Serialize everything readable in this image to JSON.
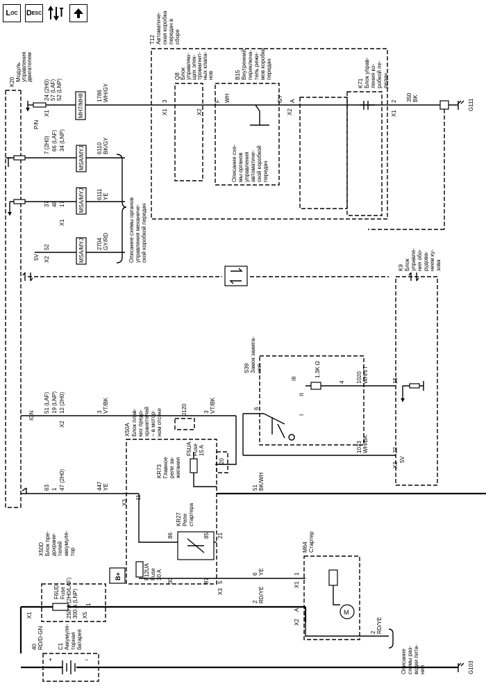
{
  "toolbar": {
    "btn_loc": "L",
    "btn_loc_sub": "OC",
    "btn_desc": "D",
    "btn_desc_sub": "ESC",
    "icon_flow": "connector-flow-icon",
    "icon_up": "up-arrow-icon"
  },
  "labels": {
    "k20_id": "K20",
    "k20_name_1": "Модуль",
    "k20_name_2": "управления",
    "k20_name_3": "двигателем",
    "k20_pins_1": "24 (2H0)",
    "k20_pins_2": "57 (LAF)",
    "k20_pins_3": "52 (LNP)",
    "k20_x1": "X1",
    "pn": "P/N",
    "ign": "IGN",
    "fivev_a": "5V",
    "x2": "X2",
    "x1": "X1",
    "x3": "X3",
    "p7": "7 (2H0)",
    "p66": "66 (LAF)",
    "p34": "34 (LNP)",
    "p37": "37",
    "p48": "48",
    "p17": "17",
    "p52": "52",
    "p51": "51 (LAF)",
    "p19": "19 (LNP)",
    "p12": "12 (2H0)",
    "p63": "63",
    "p1": "1",
    "p47": "47 (2H0)",
    "w1786": "1786",
    "w1786c": "WH/GY",
    "w6110": "6110",
    "w6110c": "BK/GY",
    "w6111": "6111",
    "w6111c": "YE",
    "w2704": "2704",
    "w2704c": "GY/RD",
    "mh": "MH7/MH8",
    "msa1": "MSA/MYJ",
    "msa2": "MSA/MYJ",
    "msa3": "MSA/MYJ",
    "desc_manual_1": "Описание схемы органов",
    "desc_manual_2": "управления механиче-",
    "desc_manual_3": "ской коробкой передач",
    "t12_id": "T12",
    "t12_1": "Автоматиче-",
    "t12_2": "ская коробка",
    "t12_3": "передач в",
    "t12_4": "сборе",
    "q8_id": "Q8",
    "q8_1": "Блок",
    "q8_2": "управляю-",
    "q8_3": "щих элек-",
    "q8_4": "тромагнит-",
    "q8_5": "ных клапа-",
    "q8_6": "нов",
    "b15_id": "B15",
    "b15_1": "Внутренний",
    "b15_2": "переключа-",
    "b15_3": "тель режи-",
    "b15_4": "мов коробки",
    "b15_5": "передач",
    "b15_desc_1": "Описание схе-",
    "b15_desc_2": "мы органов",
    "b15_desc_3": "управления",
    "b15_desc_4": "автоматиче-",
    "b15_desc_5": "ской коробкой",
    "b15_desc_6": "передач",
    "k71_id": "K71",
    "k71_1": "Блок управ-",
    "k71_2": "ления ко-",
    "k71_3": "робкой пе-",
    "k71_4": "редач",
    "pin3": "3",
    "pinF": "F",
    "pinWH": "WH",
    "pinGY": "GY",
    "pinA": "A",
    "pin2": "2",
    "w350": "350",
    "w350c": "BK",
    "g111": "G111",
    "k9_id": "K9",
    "k9_1": "Блок",
    "k9_2": "управле-",
    "k9_3": "ния обо-",
    "k9_4": "рудова-",
    "k9_5": "нием ку-",
    "k9_6": "зова",
    "s39_id": "S39",
    "s39_1": "Замок зажига-",
    "s39_2": "ния",
    "r13k": "1.3K Ω",
    "pos_III": "III",
    "pos_II": "II",
    "pos_I": "I",
    "pin4": "4",
    "pin6": "6",
    "w1020": "1020",
    "w1020c": "WH/VT",
    "w1073": "1073",
    "w1073c": "WH/BK",
    "p15": "15",
    "p22": "22",
    "fivev_b": "5V",
    "j120": "J120",
    "w3a": "3",
    "w3ac": "VT/BK",
    "w3b": "3",
    "w3bc": "VT/BK",
    "x50a_id": "X50A",
    "x50a_1": "Блок плав-",
    "x50a_2": "ких предо-",
    "x50a_3": "хранителей",
    "x50a_4": "– в мотор-",
    "x50a_5": "ном отсеке",
    "kr73_id": "KR73",
    "kr73_1": "Главное",
    "kr73_2": "реле за-",
    "kr73_3": "жигания",
    "f5ua_1": "F5UA",
    "f5ua_2": "Fuse",
    "f5ua_3": "15 A",
    "p20": "20",
    "p11": "11",
    "w447": "447",
    "w447c": "YE",
    "w51": "51",
    "w51c": "BK/WH",
    "kr27_id": "KR27",
    "kr27_1": "Реле",
    "kr27_2": "стартера",
    "p86": "86",
    "p85": "85",
    "p21": "21",
    "p30": "30",
    "p87": "87",
    "p5": "5",
    "f12ua_1": "F12UA",
    "f12ua_2": "Fuse",
    "f12ua_3": "30 A",
    "bplus": "B+",
    "w6": "6",
    "w6c": "YE",
    "m64_id": "M64",
    "m64_1": "Стартер",
    "m64_x1": "X1",
    "m64_p1": "1",
    "m64_x2": "X2",
    "m64_pA": "A",
    "x50d_id": "X50D",
    "x50d_1": "Блок пре-",
    "x50d_2": "дохрани-",
    "x50d_3": "телей",
    "x50d_4": "аккумуля-",
    "x50d_5": "тор",
    "f6ud_1": "F6UD",
    "f6ud_2": "Fuse",
    "f6ud_3": "250 A (2H0/LAF)",
    "f6ud_4": "300 A (LNP)",
    "x50d_x1": "X1",
    "x50d_x5": "X5",
    "p1b": "1",
    "w2a": "2",
    "w2ac": "RD/YE",
    "w2b": "2",
    "w2bc": "RD/YE",
    "desc_power_1": "Описание",
    "desc_power_2": "схемы раз-",
    "desc_power_3": "водки пита-",
    "desc_power_4": "ния",
    "c1_id": "C1",
    "c1_1": "Аккумуля-",
    "c1_2": "торная",
    "c1_3": "батарея",
    "w40": "40",
    "w40c": "RD/D-GN",
    "plus": "+",
    "minus": "−",
    "g103": "G103"
  }
}
